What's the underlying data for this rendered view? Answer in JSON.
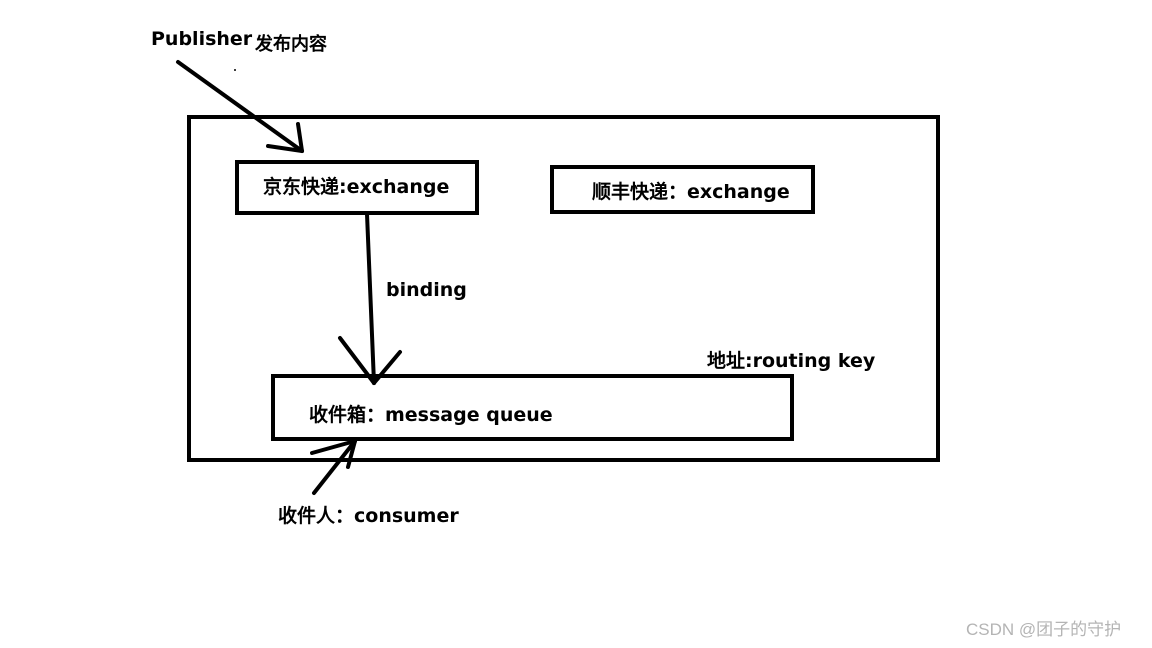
{
  "publisher": {
    "name": "Publisher",
    "action": "发布内容"
  },
  "broker_box": {},
  "exchanges": [
    {
      "label": "京东快递:exchange"
    },
    {
      "label": "顺丰快递：exchange"
    }
  ],
  "binding_label": "binding",
  "routing_key_label": "地址:routing key",
  "queue": {
    "label": "收件箱：message queue"
  },
  "consumer": {
    "label": "收件人：consumer"
  },
  "watermark": "CSDN @团子的守护",
  "colors": {
    "stroke": "#000000",
    "background": "#ffffff",
    "watermark": "#b4b4b4"
  }
}
